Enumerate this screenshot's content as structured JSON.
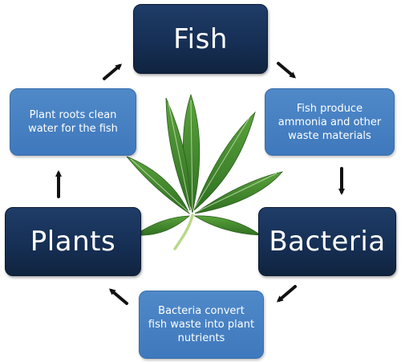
{
  "nodes": {
    "fish": "Fish",
    "bacteria": "Bacteria",
    "plants": "Plants"
  },
  "steps": {
    "fish_produce": "Fish produce ammonia and other waste materials",
    "bacteria_convert": "Bacteria convert fish waste into plant nutrients",
    "plant_roots": "Plant roots clean water for the fish"
  },
  "colors": {
    "major_box": "#162f55",
    "minor_box": "#4a84c4",
    "arrow": "#111111",
    "leaf": "#3f8a2c"
  },
  "icons": {
    "center": "cannabis-leaf-icon",
    "arrows": "arrow-icon"
  }
}
